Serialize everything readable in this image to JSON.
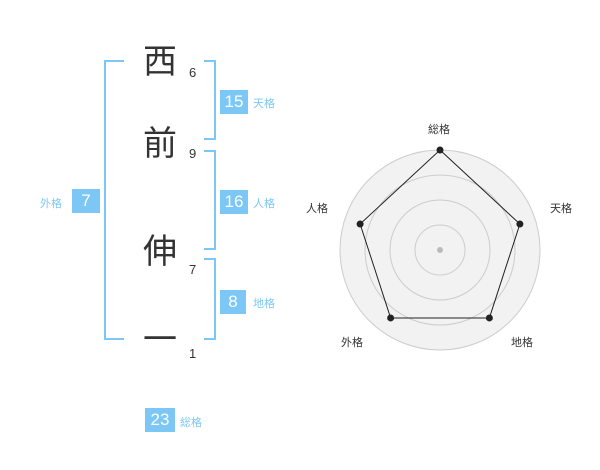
{
  "name_chars": [
    {
      "char": "西",
      "strokes": "6"
    },
    {
      "char": "前",
      "strokes": "9"
    },
    {
      "char": "伸",
      "strokes": "7"
    },
    {
      "char": "一",
      "strokes": "1"
    }
  ],
  "fortunes": {
    "tenkaku": {
      "value": "15",
      "label": "天格"
    },
    "jinkaku": {
      "value": "16",
      "label": "人格"
    },
    "chikaku": {
      "value": "8",
      "label": "地格"
    },
    "gaikaku": {
      "value": "7",
      "label": "外格"
    },
    "soukaku": {
      "value": "23",
      "label": "総格"
    }
  },
  "colors": {
    "accent": "#7cc7f6",
    "text": "#333333",
    "radar_fill": "#f2f2f2",
    "radar_ring": "#cccccc",
    "radar_line": "#222222"
  },
  "chart_data": {
    "type": "radar",
    "axes": [
      "総格",
      "天格",
      "地格",
      "外格",
      "人格"
    ],
    "values": [
      5,
      4.2,
      4.2,
      4.2,
      4.2
    ],
    "max": 5,
    "rings": 4
  }
}
